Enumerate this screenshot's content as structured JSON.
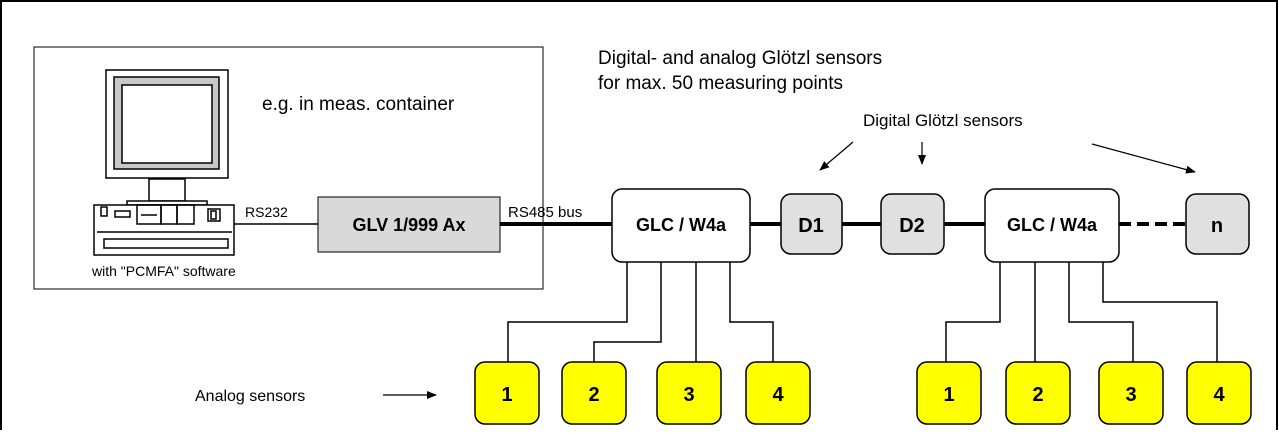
{
  "container_label": "e.g. in meas. container",
  "software_label": "with \"PCMFA\" software",
  "rs232_label": "RS232",
  "rs485_label": "RS485 bus",
  "converter_label": "GLV 1/999 Ax",
  "sensors_title_line1": "Digital- and analog Glötzl sensors",
  "sensors_title_line2": "for max. 50 measuring points",
  "digital_sensors_label": "Digital Glötzl sensors",
  "analog_sensors_label": "Analog sensors",
  "controller_label": "GLC / W4a",
  "digital_sensor_1": "D1",
  "digital_sensor_2": "D2",
  "last_sensor_label": "n",
  "analog_channels": [
    "1",
    "2",
    "3",
    "4"
  ],
  "colors": {
    "analog_fill": "#ffff00",
    "digital_fill": "#e0e0e0",
    "converter_fill": "#d9d9d9",
    "monitor_screen": "#c8c8c8"
  }
}
